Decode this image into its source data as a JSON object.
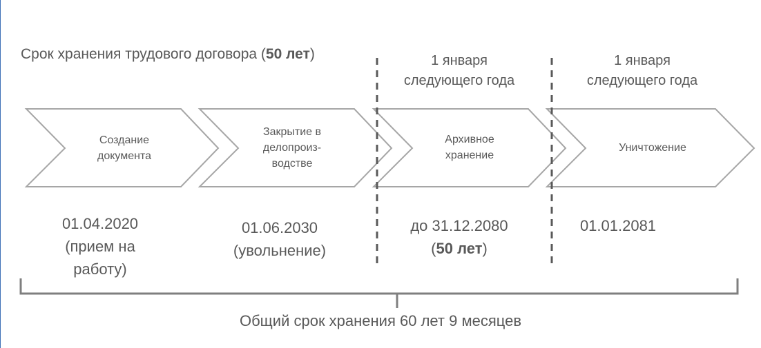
{
  "title": {
    "prefix": "Срок хранения трудового договора (",
    "bold": "50 лет",
    "suffix": ")"
  },
  "markers": [
    {
      "line1": "1 января",
      "line2": "следующего года"
    },
    {
      "line1": "1 января",
      "line2": "следующего года"
    }
  ],
  "stages": [
    {
      "lines": [
        "Создание",
        "документа"
      ]
    },
    {
      "lines": [
        "Закрытие в",
        "делопроиз-",
        "водстве"
      ]
    },
    {
      "lines": [
        "Архивное",
        "хранение"
      ]
    },
    {
      "lines": [
        "Уничтожение"
      ]
    }
  ],
  "dates": [
    {
      "lines": [
        "01.04.2020",
        "(прием на",
        "работу)"
      ]
    },
    {
      "lines": [
        "01.06.2030",
        "(увольнение)"
      ]
    },
    {
      "line1": "до 31.12.2080",
      "line2_prefix": "(",
      "line2_bold": "50 лет",
      "line2_suffix": ")"
    },
    {
      "lines": [
        "01.01.2081"
      ]
    }
  ],
  "total": "Общий срок хранения 60 лет 9 месяцев"
}
